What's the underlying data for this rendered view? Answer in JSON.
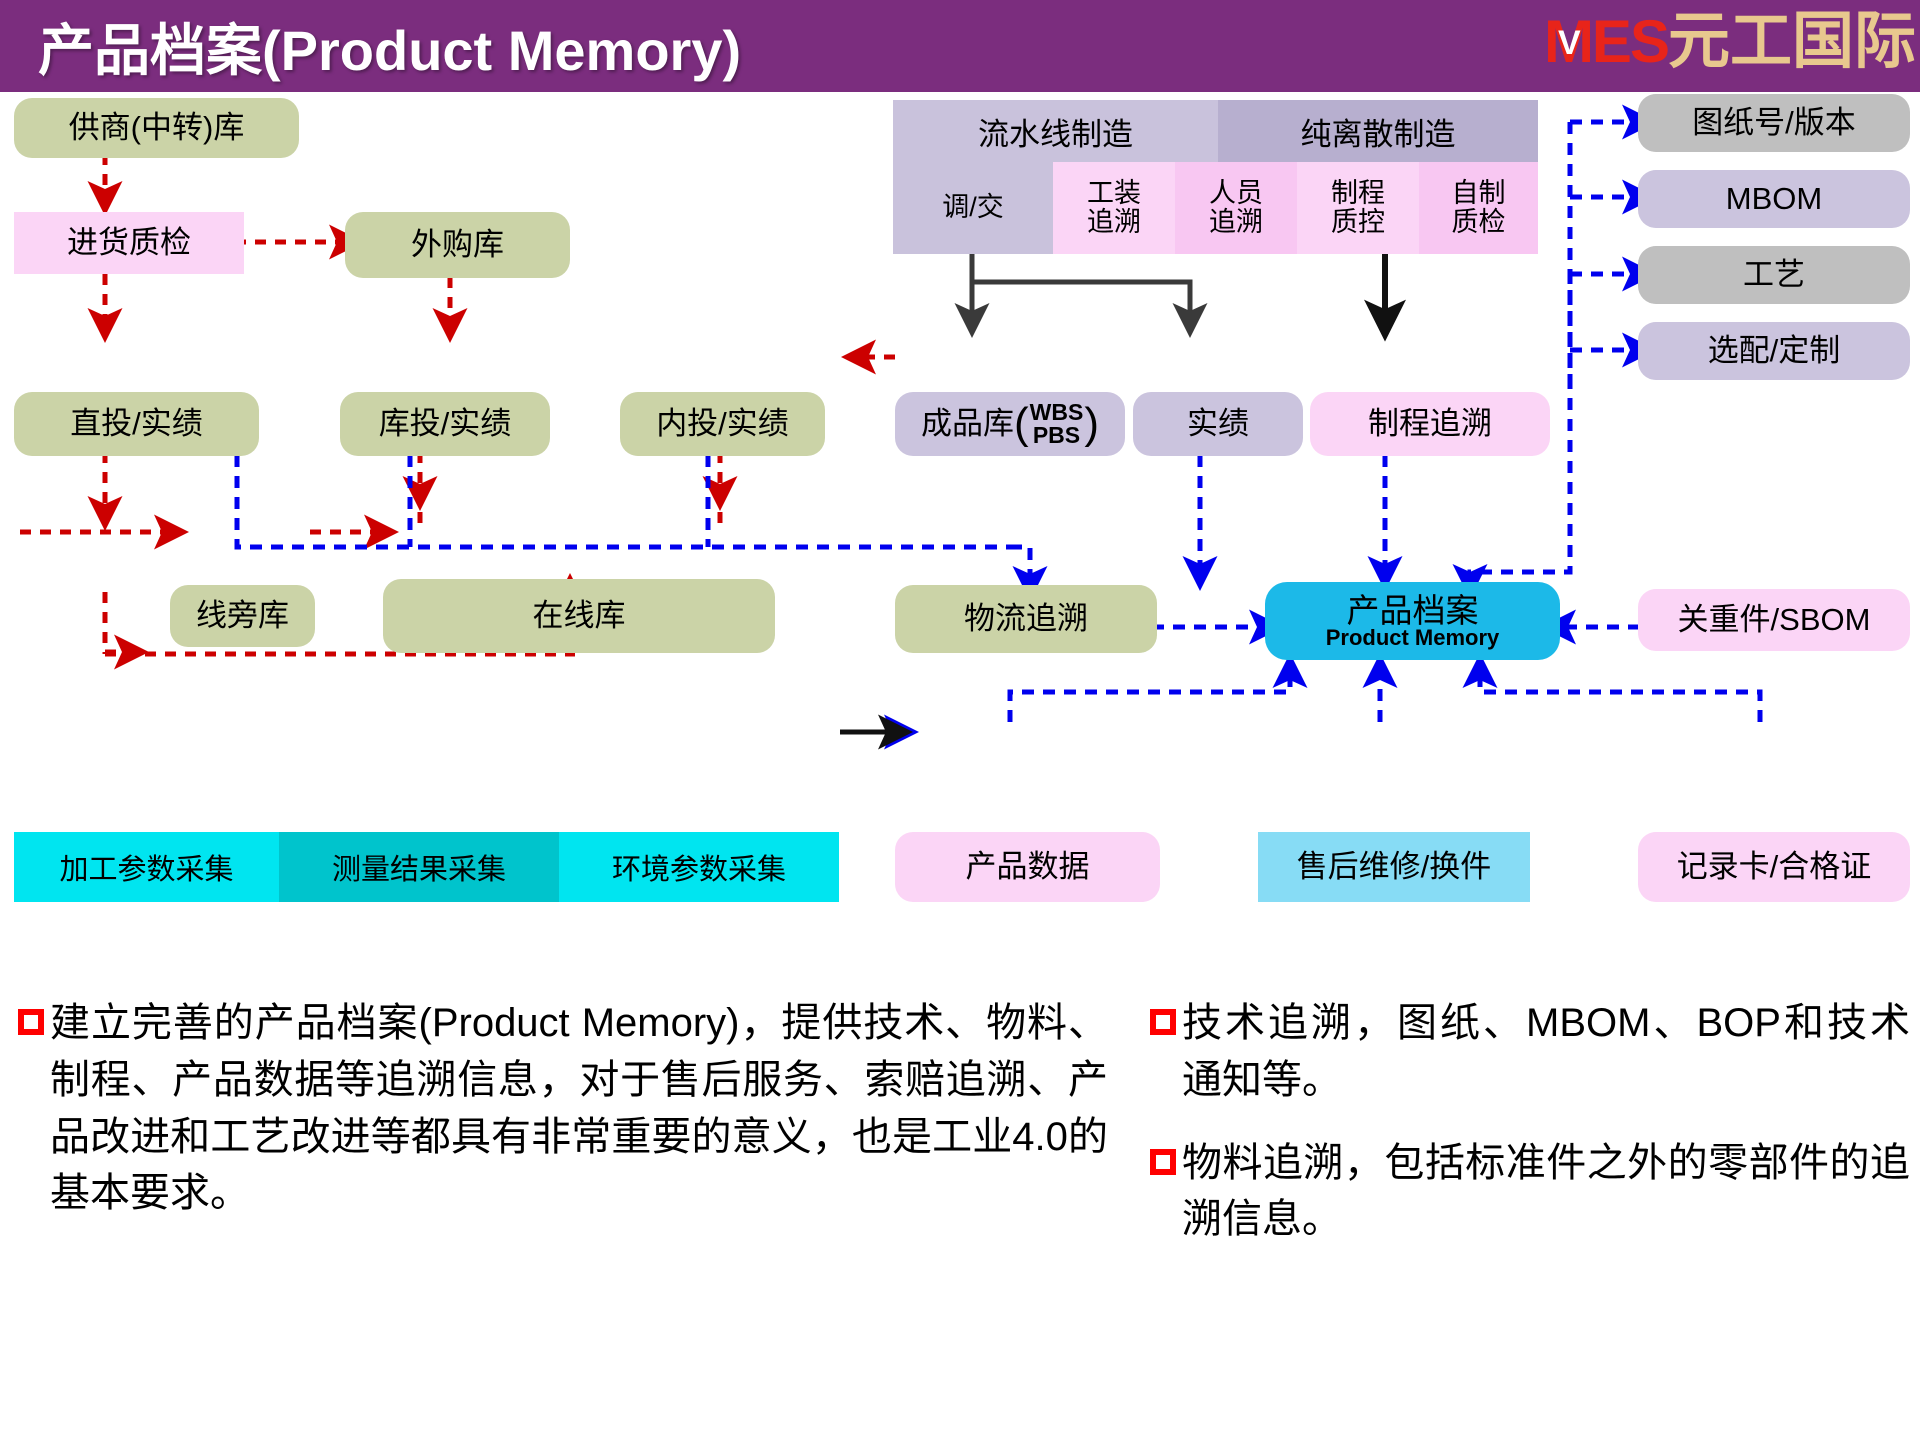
{
  "header": {
    "title": "产品档案(Product Memory)",
    "logo": {
      "mes": "MES",
      "overlay": "V",
      "cn": "元工国际"
    },
    "bar_color": "#7B2D7E"
  },
  "diagram": {
    "title": "产品档案 Product Memory 流程图",
    "nodes": {
      "supplier_store": "供商(中转)库",
      "incoming_qc": "进货质检",
      "purchase_store": "外购库",
      "direct_issue": "直投/实绩",
      "store_issue": "库投/实绩",
      "inner_issue": "内投/实绩",
      "finished_store": "成品库",
      "finished_store_wbs": "WBS",
      "finished_store_pbs": "PBS",
      "performance": "实绩",
      "process_trace": "制程追溯",
      "lineside_store": "线旁库",
      "online_store": "在线库",
      "logistics_trace": "物流追溯",
      "product_memory_cn": "产品档案",
      "product_memory_en": "Product Memory",
      "key_part_sbom": "关重件/SBOM",
      "product_data": "产品数据",
      "after_sales": "售后维修/换件",
      "record_card": "记录卡/合格证"
    },
    "manufacture_headers": [
      {
        "label": "流水线制造",
        "color": "#C9C2DC"
      },
      {
        "label": "纯离散制造",
        "color": "#B7AFCF"
      }
    ],
    "manufacture_subcells": [
      {
        "label": "调/交",
        "color": "#C9C2DC"
      },
      {
        "label": "工装\n追溯",
        "line1": "工装",
        "line2": "追溯",
        "color": "#FBD5F6"
      },
      {
        "label": "人员\n追溯",
        "line1": "人员",
        "line2": "追溯",
        "color": "#F8C7F2"
      },
      {
        "label": "制程\n质控",
        "line1": "制程",
        "line2": "质控",
        "color": "#FBD5F6"
      },
      {
        "label": "自制\n质检",
        "line1": "自制",
        "line2": "质检",
        "color": "#F8C7F2"
      }
    ],
    "right_column": [
      {
        "label": "图纸号/版本",
        "color": "#BFBFBF"
      },
      {
        "label": "MBOM",
        "color": "#CBC4DE"
      },
      {
        "label": "工艺",
        "color": "#BFBFBF"
      },
      {
        "label": "选配/定制",
        "color": "#CBC4DE"
      }
    ],
    "collection_bar": [
      {
        "label": "加工参数采集",
        "color": "#00E5F0"
      },
      {
        "label": "测量结果采集",
        "color": "#00C4CC"
      },
      {
        "label": "环境参数采集",
        "color": "#00E5F0"
      }
    ],
    "arrow_colors": {
      "red_dashed": "#CC0000",
      "blue_dashed": "#0000EE",
      "black_solid": "#3A3A3A"
    }
  },
  "bullets": {
    "left": [
      "建立完善的产品档案(Product Memory)，提供技术、物料、制程、产品数据等追溯信息，对于售后服务、索赔追溯、产品改进和工艺改进等都具有非常重要的意义，也是工业4.0的基本要求。"
    ],
    "right": [
      "技术追溯，图纸、MBOM、BOP和技术通知等。",
      "物料追溯，包括标准件之外的零部件的追溯信息。"
    ]
  }
}
